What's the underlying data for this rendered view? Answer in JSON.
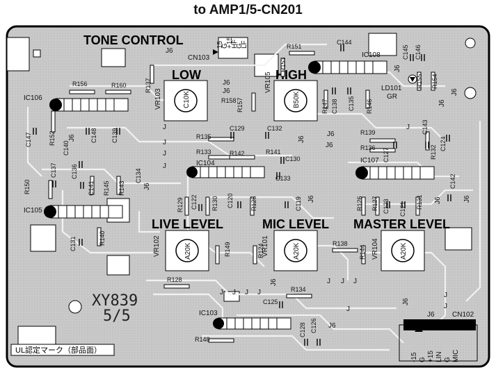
{
  "connector_title": "to AMP1/5-CN201",
  "sections": {
    "tone_control": "TONE CONTROL",
    "low": "LOW",
    "high": "HIGH",
    "live_level": "LIVE LEVEL",
    "mic_level": "MIC LEVEL",
    "master_level": "MASTER LEVEL"
  },
  "board_id": "XY839",
  "board_page": "5/5",
  "ul_note": "UL認定マーク（部品面）",
  "ics": {
    "ic106": "IC106",
    "ic104": "IC104",
    "ic105": "IC105",
    "ic107": "IC107",
    "ic108": "IC108",
    "ic103": "IC103"
  },
  "pots": {
    "vr103": {
      "ref": "VR103",
      "value": "C10K"
    },
    "vr105": {
      "ref": "VR105",
      "value": "B50K"
    },
    "vr102": {
      "ref": "VR102",
      "value": "A20K"
    },
    "vr101": {
      "ref": "VR101",
      "value": "A20K"
    },
    "vr104": {
      "ref": "VR104",
      "value": "A20K"
    }
  },
  "connectors": {
    "cn103": "CN103",
    "cn103_pins": [
      "15",
      "G",
      "+15",
      "HF",
      "G",
      "LF"
    ],
    "cn102": "CN102",
    "cn102_pins": [
      "-15",
      "G",
      "+15",
      "LIN",
      "G",
      "MIC"
    ]
  },
  "led": {
    "ref": "LD101",
    "color": "GR"
  },
  "jumper_labels": {
    "j": "J",
    "j6": "J6"
  },
  "parts": {
    "R156": "R156",
    "R160": "R160",
    "R137": "R137",
    "R151": "R151",
    "C144": "C144",
    "R153": "R153",
    "C145": "C145",
    "C146": "C146",
    "R155": "R155",
    "R154": "R154",
    "R147": "R147",
    "C138": "C138",
    "C135": "C135",
    "R146": "R146",
    "R158": "R158",
    "R157": "R157",
    "C147": "C147",
    "R152": "R152",
    "C148": "C148",
    "C139": "C139",
    "C140": "C140",
    "R135": "R135",
    "C129": "C129",
    "C132": "C132",
    "R139": "R139",
    "R136": "R136",
    "C127": "C127",
    "C143": "C143",
    "R132": "R132",
    "C124": "C124",
    "R133": "R133",
    "R142": "R142",
    "R141": "R141",
    "C130": "C130",
    "C133": "C133",
    "C137": "C137",
    "C136": "C136",
    "C141": "C141",
    "R145": "R145",
    "R143": "R143",
    "C134": "C134",
    "R150": "R150",
    "R129": "R129",
    "C122": "C122",
    "R130": "R130",
    "C120": "C120",
    "R125": "R125",
    "C119": "C119",
    "R126": "R126",
    "R127": "R127",
    "C123": "C123",
    "C121": "C121",
    "R131": "R131",
    "C142": "C142",
    "C131": "C131",
    "R140": "R140",
    "R149": "R149",
    "R124": "R124",
    "R138": "R138",
    "R144": "R144",
    "R128": "R128",
    "R134": "R134",
    "C125": "C125",
    "R148": "R148",
    "C128": "C128",
    "C126": "C126"
  }
}
